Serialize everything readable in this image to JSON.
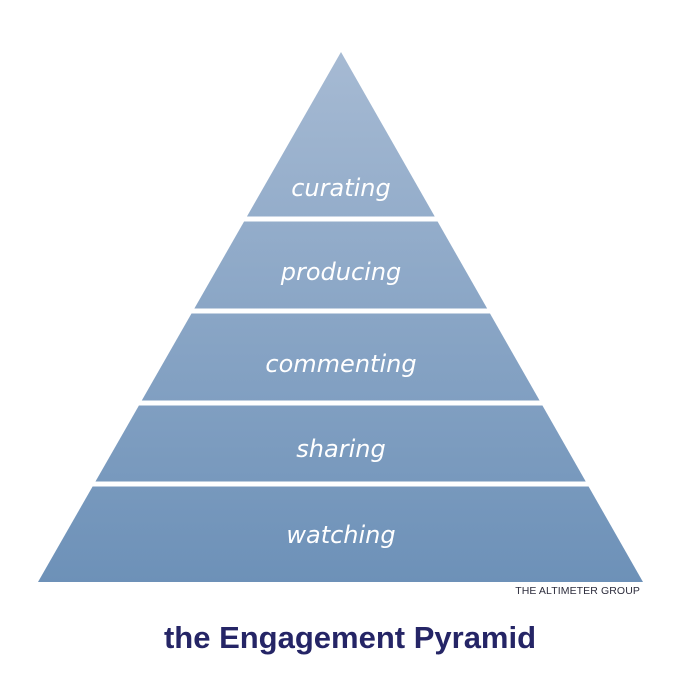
{
  "pyramid": {
    "tiers": [
      {
        "label": "curating"
      },
      {
        "label": "producing"
      },
      {
        "label": "commenting"
      },
      {
        "label": "sharing"
      },
      {
        "label": "watching"
      }
    ],
    "colors": {
      "top": "#a6bad3",
      "bottom": "#6d91b8",
      "separator": "#ffffff",
      "label": "#ffffff"
    }
  },
  "credit": "THE ALTIMETER GROUP",
  "title": "the Engagement Pyramid"
}
